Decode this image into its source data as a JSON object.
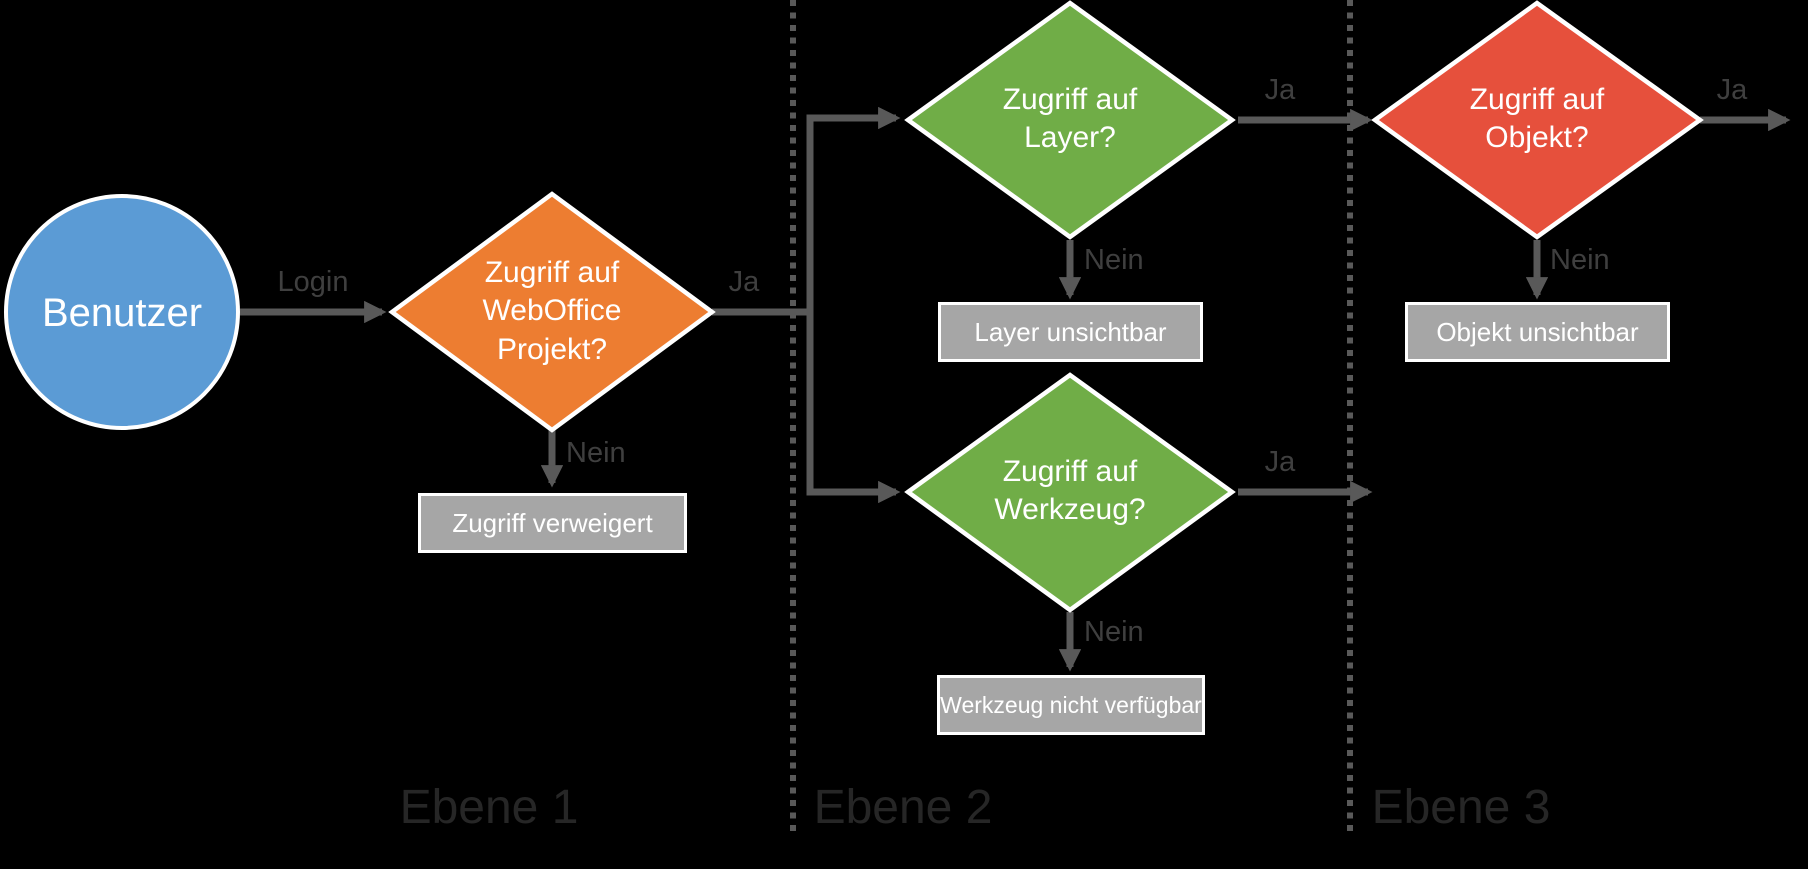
{
  "title": "WebOffice Zugriffsebenen Flussdiagramm",
  "colors": {
    "user_node": "#5B9BD5",
    "project_node": "#ED7D31",
    "layer_node": "#70AD47",
    "tool_node": "#70AD47",
    "object_node": "#E6503C",
    "result_box": "#A6A6A6",
    "node_border": "#FFFFFF",
    "connector": "#595959",
    "edge_label": "#3F3F3F",
    "lane_label": "#262626",
    "background": "#000000"
  },
  "nodes": {
    "user": {
      "label": "Benutzer",
      "shape": "circle"
    },
    "project": {
      "label": "Zugriff auf\nWebOffice\nProjekt?",
      "shape": "diamond"
    },
    "layer": {
      "label": "Zugriff auf\nLayer?",
      "shape": "diamond"
    },
    "tool": {
      "label": "Zugriff auf\nWerkzeug?",
      "shape": "diamond"
    },
    "object": {
      "label": "Zugriff auf\nObjekt?",
      "shape": "diamond"
    },
    "access_denied": {
      "label": "Zugriff verweigert",
      "shape": "rect"
    },
    "layer_hidden": {
      "label": "Layer unsichtbar",
      "shape": "rect"
    },
    "object_hidden": {
      "label": "Objekt unsichtbar",
      "shape": "rect"
    },
    "tool_unavailable": {
      "label": "Werkzeug nicht verfügbar",
      "shape": "rect"
    }
  },
  "edges": {
    "login": "Login",
    "project_ja": "Ja",
    "project_nein": "Nein",
    "layer_ja": "Ja",
    "layer_nein": "Nein",
    "object_ja": "Ja",
    "object_nein": "Nein",
    "tool_ja": "Ja",
    "tool_nein": "Nein"
  },
  "lanes": {
    "lane1": "Ebene 1",
    "lane2": "Ebene 2",
    "lane3": "Ebene 3"
  }
}
